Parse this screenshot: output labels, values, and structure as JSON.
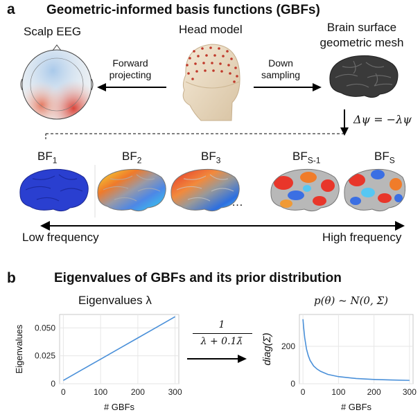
{
  "panel_a": {
    "letter": "a",
    "title": "Geometric-informed basis functions (GBFs)",
    "scalp_label": "Scalp EEG",
    "head_label": "Head model",
    "mesh_label_line1": "Brain surface",
    "mesh_label_line2": "geometric mesh",
    "forward_line1": "Forward",
    "forward_line2": "projecting",
    "down_line1": "Down",
    "down_line2": "sampling",
    "equation": "Δψ = −λψ",
    "bf_labels": [
      {
        "base": "BF",
        "sub": "1"
      },
      {
        "base": "BF",
        "sub": "2"
      },
      {
        "base": "BF",
        "sub": "3"
      },
      {
        "base": "BF",
        "sub": "S-1"
      },
      {
        "base": "BF",
        "sub": "S"
      }
    ],
    "ellipsis": "…",
    "low_freq": "Low frequency",
    "high_freq": "High frequency"
  },
  "panel_b": {
    "letter": "b",
    "title": "Eigenvalues of GBFs and its prior distribution",
    "left_title": "Eigenvalues λ",
    "right_title": "p(θ) ~ N(0, Σ)",
    "formula_numerator": "1",
    "formula_denominator": "λ + 0.1λ̄"
  },
  "chart_data": [
    {
      "type": "line",
      "title": "Eigenvalues λ",
      "xlabel": "# GBFs",
      "ylabel": "Eigenvalues",
      "xlim": [
        -10,
        310
      ],
      "ylim": [
        0,
        0.062
      ],
      "xticks": [
        0,
        100,
        200,
        300
      ],
      "yticks": [
        0,
        0.025,
        0.05
      ],
      "ytick_labels": [
        "0",
        "0.025",
        "0.050"
      ],
      "grid": true,
      "color": "#4a90d9",
      "x": [
        0,
        50,
        100,
        150,
        200,
        250,
        300
      ],
      "y": [
        0.003,
        0.0125,
        0.022,
        0.0315,
        0.041,
        0.0505,
        0.06
      ]
    },
    {
      "type": "line",
      "title": "p(θ) ~ N(0, Σ)",
      "xlabel": "# GBFs",
      "ylabel": "diag(Σ)",
      "xlim": [
        -10,
        310
      ],
      "ylim": [
        0,
        370
      ],
      "xticks": [
        0,
        100,
        200,
        300
      ],
      "yticks": [
        0,
        200
      ],
      "ytick_labels": [
        "0",
        "200"
      ],
      "grid": true,
      "color": "#4a90d9",
      "x": [
        0,
        2,
        5,
        10,
        15,
        20,
        30,
        40,
        50,
        70,
        100,
        150,
        200,
        250,
        300
      ],
      "y": [
        345,
        300,
        245,
        185,
        150,
        125,
        95,
        78,
        66,
        50,
        38,
        28,
        23,
        20,
        18
      ]
    }
  ]
}
